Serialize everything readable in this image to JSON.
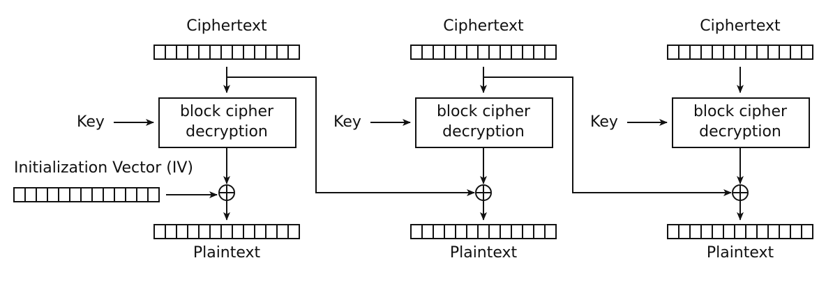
{
  "title": "Cipher Block Chaining (CBC) mode decryption",
  "stages": [
    {
      "ciphertext_label": "Ciphertext",
      "cipher_box_line1": "block cipher",
      "cipher_box_line2": "decryption",
      "key_label": "Key",
      "plaintext_label": "Plaintext"
    },
    {
      "ciphertext_label": "Ciphertext",
      "cipher_box_line1": "block cipher",
      "cipher_box_line2": "decryption",
      "key_label": "Key",
      "plaintext_label": "Plaintext"
    },
    {
      "ciphertext_label": "Ciphertext",
      "cipher_box_line1": "block cipher",
      "cipher_box_line2": "decryption",
      "key_label": "Key",
      "plaintext_label": "Plaintext"
    }
  ],
  "iv_label": "Initialization Vector (IV)",
  "block_cells": 13,
  "xor_symbol": "xor-icon"
}
